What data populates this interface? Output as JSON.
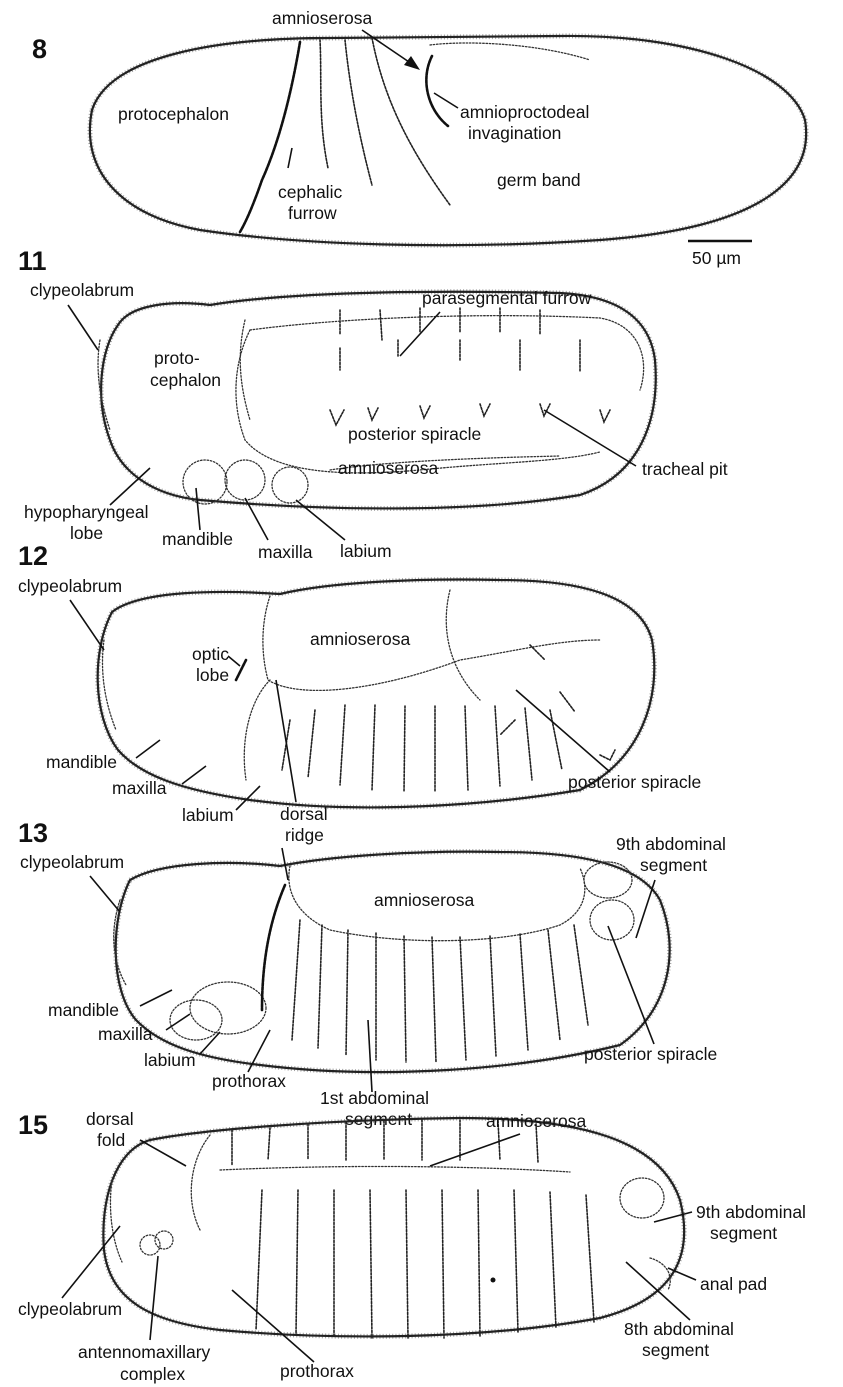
{
  "panels": {
    "stage8": {
      "number": "8",
      "labels": {
        "amnioserosa": "amnioserosa",
        "protocephalon": "protocephalon",
        "amnioproctodeal_1": "amnioproctodeal",
        "amnioproctodeal_2": "invagination",
        "cephalic_1": "cephalic",
        "cephalic_2": "furrow",
        "germ_band": "germ band"
      },
      "scale_bar": "50 µm"
    },
    "stage11": {
      "number": "11",
      "labels": {
        "clypeolabrum": "clypeolabrum",
        "parasegmental_furrow": "parasegmental furrow",
        "proto_1": "proto-",
        "proto_2": "cephalon",
        "posterior_spiracle": "posterior spiracle",
        "amnioserosa": "amnioserosa",
        "tracheal_pit": "tracheal pit",
        "hypopharyngeal_1": "hypopharyngeal",
        "hypopharyngeal_2": "lobe",
        "mandible": "mandible",
        "maxilla": "maxilla",
        "labium": "labium"
      }
    },
    "stage12": {
      "number": "12",
      "labels": {
        "clypeolabrum": "clypeolabrum",
        "amnioserosa": "amnioserosa",
        "optic_1": "optic",
        "optic_2": "lobe",
        "mandible": "mandible",
        "maxilla": "maxilla",
        "labium": "labium",
        "dorsal_1": "dorsal",
        "dorsal_2": "ridge",
        "posterior_spiracle": "posterior spiracle"
      }
    },
    "stage13": {
      "number": "13",
      "labels": {
        "clypeolabrum": "clypeolabrum",
        "amnioserosa": "amnioserosa",
        "ninth_1": "9th abdominal",
        "ninth_2": "segment",
        "mandible": "mandible",
        "maxilla": "maxilla",
        "labium": "labium",
        "prothorax": "prothorax",
        "first_1": "1st abdominal",
        "first_2": "segment",
        "posterior_spiracle": "posterior spiracle"
      }
    },
    "stage15": {
      "number": "15",
      "labels": {
        "dorsal_1": "dorsal",
        "dorsal_2": "fold",
        "amnioserosa": "amnioserosa",
        "ninth_1": "9th abdominal",
        "ninth_2": "segment",
        "anal_pad": "anal pad",
        "clypeolabrum": "clypeolabrum",
        "eighth_1": "8th abdominal",
        "eighth_2": "segment",
        "antenno_1": "antennomaxillary",
        "antenno_2": "complex",
        "prothorax": "prothorax"
      }
    }
  }
}
